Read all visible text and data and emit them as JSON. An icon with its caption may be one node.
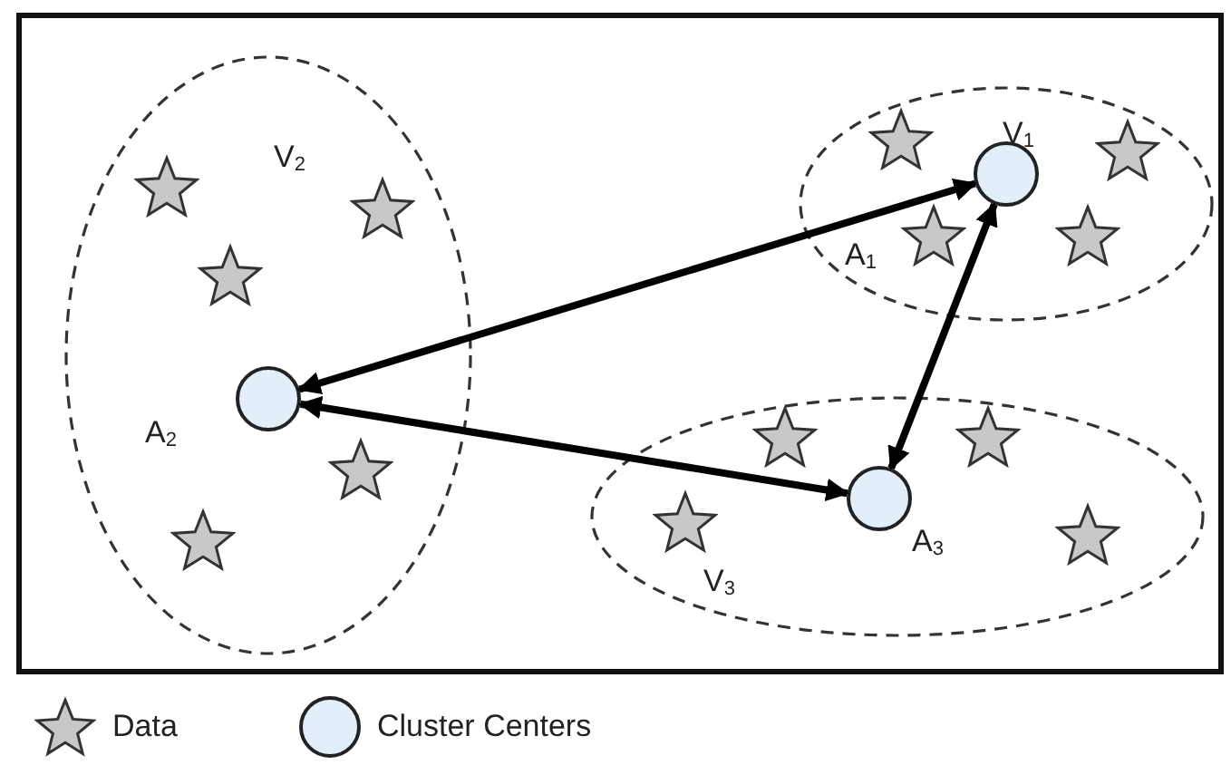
{
  "diagram": {
    "nodes": [
      {
        "text": [
          "V$_{2}$",
          "A$_{2}$"
        ]
      },
      {
        "text": [],
        "shape": "star",
        "in": 0
      },
      {
        "text": [],
        "shape": "star",
        "in": 0
      },
      {
        "text": [],
        "shape": "star",
        "in": 0
      },
      {
        "text": [],
        "shape": "star",
        "in": 0
      },
      {
        "text": [],
        "shape": "star",
        "in": 0
      },
      {
        "text": [],
        "shape": "circle",
        "in": 0
      },
      {
        "text": [
          "V$_{1}$",
          "A$_{1}$"
        ]
      },
      {
        "text": [],
        "shape": "star",
        "in": 7
      },
      {
        "text": [],
        "shape": "star",
        "in": 7
      },
      {
        "text": [],
        "shape": "star",
        "in": 7
      },
      {
        "text": [],
        "shape": "star",
        "in": 7
      },
      {
        "text": [],
        "shape": "circle",
        "in": 7
      },
      {
        "text": [
          "V$_{3}$",
          "A$_{3}$"
        ]
      },
      {
        "text": [],
        "shape": "star",
        "in": 13
      },
      {
        "text": [],
        "shape": "star",
        "in": 13
      },
      {
        "text": [],
        "shape": "star",
        "in": 13
      },
      {
        "text": [],
        "shape": "star",
        "in": 13
      },
      {
        "text": [],
        "shape": "circle",
        "in": 13
      }
    ],
    "edges": [
      {
        "from": 6,
        "to": 12,
        "arrow": "both"
      },
      {
        "from": 12,
        "to": 18,
        "arrow": "both"
      },
      {
        "from": 6,
        "to": 18,
        "arrow": "both"
      }
    ],
    "legend": [
      {
        "text": "Data"
      },
      {
        "text": "Cluster Centers"
      }
    ]
  }
}
